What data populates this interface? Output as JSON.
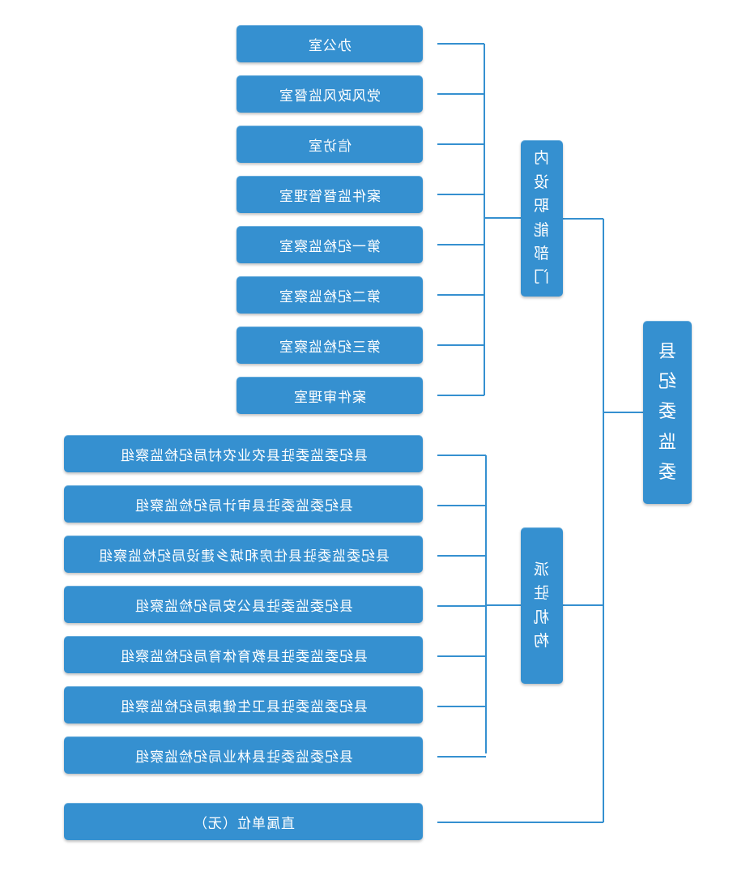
{
  "root": {
    "label": "县纪委监委"
  },
  "groups": [
    {
      "label": "内设职能部门",
      "items": [
        "办公室",
        "党风政风监督室",
        "信访室",
        "案件监督管理室",
        "第一纪检监察室",
        "第二纪检监察室",
        "第三纪检监察室",
        "案件审理室"
      ]
    },
    {
      "label": "派驻机构",
      "items": [
        "县纪委监委驻县农业农村局纪检监察组",
        "县纪委监委驻县审计局纪检监察组",
        "县纪委监委驻县住房和城乡建设局纪检监察组",
        "县纪委监委驻县公安局纪检监察组",
        "县纪委监委驻县教育体育局纪检监察组",
        "县纪委监委驻县卫生健康局纪检监察组",
        "县纪委监委驻县林业局纪检监察组"
      ]
    }
  ],
  "direct_unit": {
    "label": "直属单位（无）"
  },
  "colors": {
    "box": "#3590d0",
    "line": "#3590d0",
    "text": "#ffffff"
  }
}
